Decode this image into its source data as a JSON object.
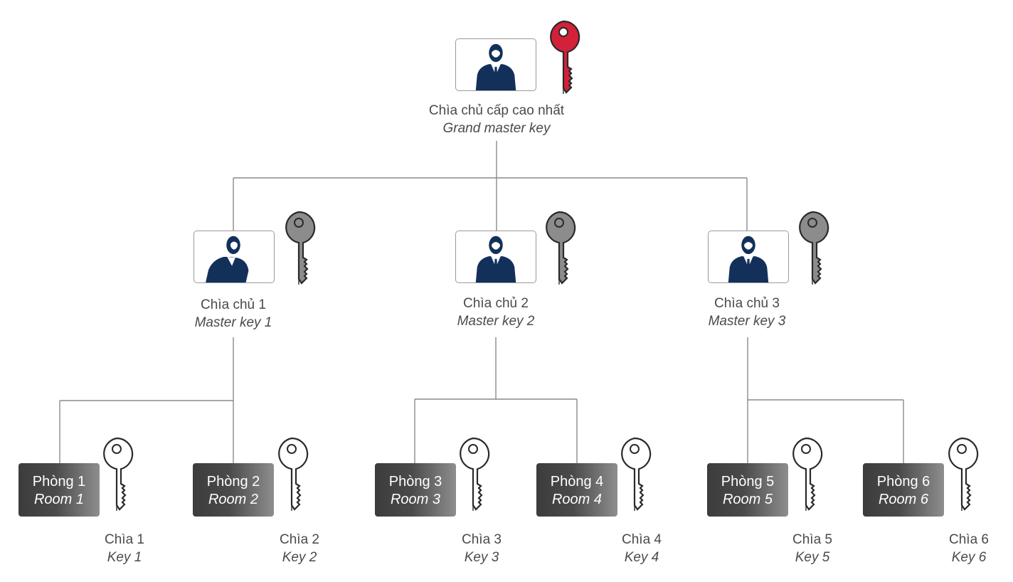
{
  "root": {
    "label": "Chìa chủ cấp cao nhất",
    "sublabel": "Grand master key",
    "key_color": "#d3213a"
  },
  "masters": [
    {
      "label": "Chìa chủ 1",
      "sublabel": "Master key 1"
    },
    {
      "label": "Chìa chủ 2",
      "sublabel": "Master key 2"
    },
    {
      "label": "Chìa chủ 3",
      "sublabel": "Master key 3"
    }
  ],
  "master_key_color": "#8c8c8c",
  "rooms": [
    {
      "room": "Phòng 1",
      "room_en": "Room 1",
      "key": "Chìa 1",
      "key_en": "Key 1"
    },
    {
      "room": "Phòng 2",
      "room_en": "Room 2",
      "key": "Chìa 2",
      "key_en": "Key 2"
    },
    {
      "room": "Phòng 3",
      "room_en": "Room 3",
      "key": "Chìa 3",
      "key_en": "Key 3"
    },
    {
      "room": "Phòng 4",
      "room_en": "Room 4",
      "key": "Chìa 4",
      "key_en": "Key 4"
    },
    {
      "room": "Phòng 5",
      "room_en": "Room 5",
      "key": "Chìa 5",
      "key_en": "Key 5"
    },
    {
      "room": "Phòng 6",
      "room_en": "Room 6",
      "key": "Chìa 6",
      "key_en": "Key 6"
    }
  ],
  "room_key_color": "#ffffff",
  "person_color": "#12305a",
  "connector_color": "#8a8a8a"
}
